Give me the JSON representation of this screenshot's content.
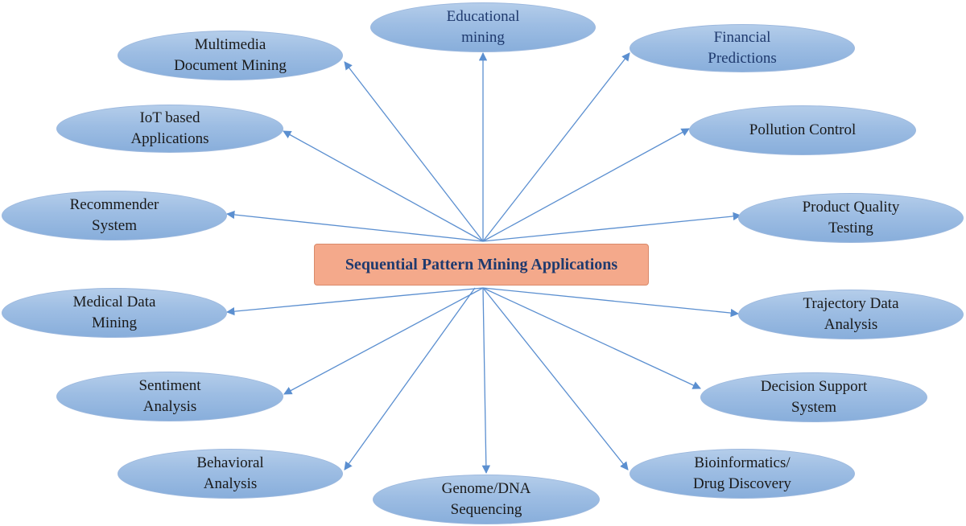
{
  "center": {
    "label": "Sequential Pattern Mining Applications"
  },
  "nodes": {
    "educational": {
      "line1": "Educational",
      "line2": "mining"
    },
    "multimedia": {
      "line1": "Multimedia",
      "line2": "Document Mining"
    },
    "financial": {
      "line1": "Financial",
      "line2": "Predictions"
    },
    "iot": {
      "line1": "IoT based",
      "line2": "Applications"
    },
    "pollution": {
      "line1": "Pollution Control",
      "line2": ""
    },
    "recommender": {
      "line1": "Recommender",
      "line2": "System"
    },
    "product": {
      "line1": "Product Quality",
      "line2": "Testing"
    },
    "medical": {
      "line1": "Medical Data",
      "line2": "Mining"
    },
    "trajectory": {
      "line1": "Trajectory Data",
      "line2": "Analysis"
    },
    "sentiment": {
      "line1": "Sentiment",
      "line2": "Analysis"
    },
    "decision": {
      "line1": "Decision Support",
      "line2": "System"
    },
    "behavioral": {
      "line1": "Behavioral",
      "line2": "Analysis"
    },
    "bioinformatics": {
      "line1": "Bioinformatics/",
      "line2": "Drug Discovery"
    },
    "genome": {
      "line1": "Genome/DNA",
      "line2": "Sequencing"
    }
  },
  "colors": {
    "node_fill": "#9dbde3",
    "center_fill": "#f4a98b",
    "arrow": "#5b8fd0",
    "title_text": "#1f3a6e"
  }
}
